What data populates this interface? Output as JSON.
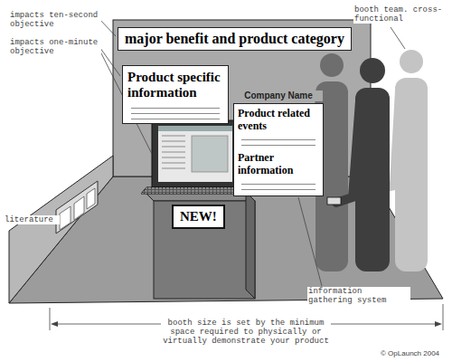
{
  "diagram": {
    "nodes": [
      {
        "text": [
          "major benefit and product category"
        ]
      },
      {
        "text": [
          "Product specific information"
        ]
      },
      {
        "text": [
          "Company Name",
          "Product related events",
          "Partner information"
        ]
      },
      {
        "text": [
          "NEW!"
        ]
      }
    ],
    "labels": [
      "impacts ten-second objective",
      "impacts one-minute objective",
      "literature",
      "booth team. cross-functional",
      "information gathering system",
      "booth size is set by the minimum space required to physically or virtually demonstrate your product",
      "© OpLaunch 2004"
    ]
  }
}
